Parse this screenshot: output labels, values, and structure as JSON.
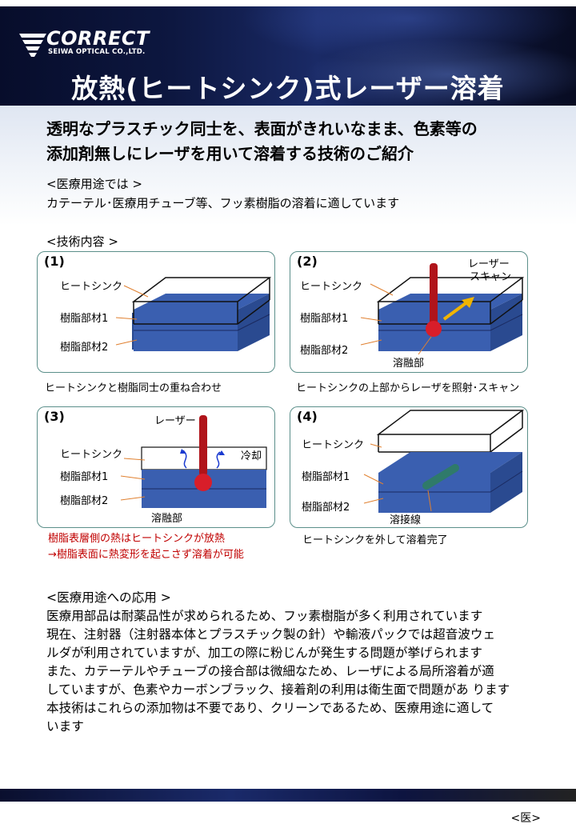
{
  "header": {
    "logo_text": "CORRECT",
    "logo_sub": "SEIWA OPTICAL CO.,LTD.",
    "title": "放熱(ヒートシンク)式レーザー溶着"
  },
  "intro": {
    "headline_line1": "透明なプラスチック同士を、表面がきれいなまま、色素等の",
    "headline_line2": "添加剤無しにレーザを用いて溶着する技術のご紹介",
    "medical_heading": "<医療用途では >",
    "medical_text": "カテーテル･医療用チューブ等、フッ素樹脂の溶着に適しています",
    "tech_heading": "<技術内容 >"
  },
  "panels": [
    {
      "num": "(1)",
      "labels": [
        "ヒートシンク",
        "樹脂部材1",
        "樹脂部材2"
      ],
      "caption": "ヒートシンクと樹脂同士の重ね合わせ"
    },
    {
      "num": "(2)",
      "labels": [
        "ヒートシンク",
        "樹脂部材1",
        "樹脂部材2"
      ],
      "laser_label_1": "レーザー",
      "laser_label_2": "スキャン",
      "melt_label": "溶融部",
      "caption": "ヒートシンクの上部からレーザを照射･スキャン"
    },
    {
      "num": "(3)",
      "labels": [
        "ヒートシンク",
        "樹脂部材1",
        "樹脂部材2"
      ],
      "laser_label": "レーザー",
      "cool_label": "冷却",
      "melt_label": "溶融部",
      "caption_line1": "樹脂表層側の熱はヒートシンクが放熱",
      "caption_line2": "→樹脂表面に熱変形を起こさず溶着が可能"
    },
    {
      "num": "(4)",
      "labels": [
        "ヒートシンク",
        "樹脂部材1",
        "樹脂部材2"
      ],
      "weld_label": "溶接線",
      "caption": "ヒートシンクを外して溶着完了"
    }
  ],
  "application": {
    "heading": "<医療用途への応用 >",
    "lines": [
      "医療用部品は耐薬品性が求められるため、フッ素樹脂が多く利用されています",
      "現在、注射器（注射器本体とプラスチック製の針）や輸液パックでは超音波ウェ",
      "ルダが利用されていますが、加工の際に粉じんが発生する問題が挙げられます",
      "また、カテーテルやチューブの接合部は微細なため、レーザによる局所溶着が適",
      "していますが、色素やカーボンブラック、接着剤の利用は衛生面で問題があ ります",
      "本技術はこれらの添加物は不要であり、クリーンであるため、医療用途に適して",
      "います"
    ]
  },
  "footer": {
    "page_mark": "<医>"
  },
  "colors": {
    "resin": "#3a5fb0",
    "resin_dark": "#2a4a90",
    "laser": "#b0141a",
    "melt": "#d81e2a",
    "scan_arrow": "#f0b400",
    "weld_line": "#2f7a6a",
    "panel_border": "#5b8f8a",
    "label_line": "#e08030"
  }
}
